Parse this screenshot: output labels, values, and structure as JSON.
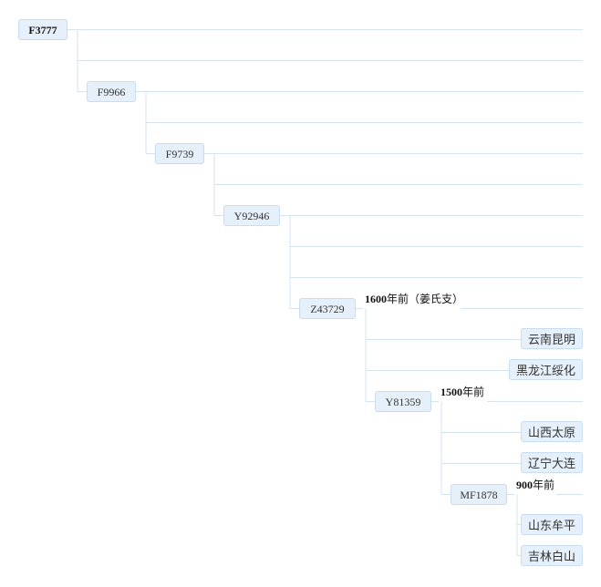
{
  "haplogroups": [
    {
      "id": "F3777",
      "root": true
    },
    {
      "id": "F9966"
    },
    {
      "id": "F9739"
    },
    {
      "id": "Y92946"
    },
    {
      "id": "Z43729"
    },
    {
      "id": "Y81359"
    },
    {
      "id": "MF1878"
    }
  ],
  "places": [
    "云南昆明",
    "黑龙江绥化",
    "山西太原",
    "辽宁大连",
    "山东牟平",
    "吉林白山"
  ],
  "notes": [
    {
      "age": "1600",
      "suffix": "年前（姜氏支）"
    },
    {
      "age": "1500",
      "suffix": "年前"
    },
    {
      "age": "900",
      "suffix": "年前"
    }
  ],
  "colors": {
    "node_fill": "#e6f0fb",
    "node_border": "#c8dcf2",
    "line": "#d5e3f0"
  }
}
